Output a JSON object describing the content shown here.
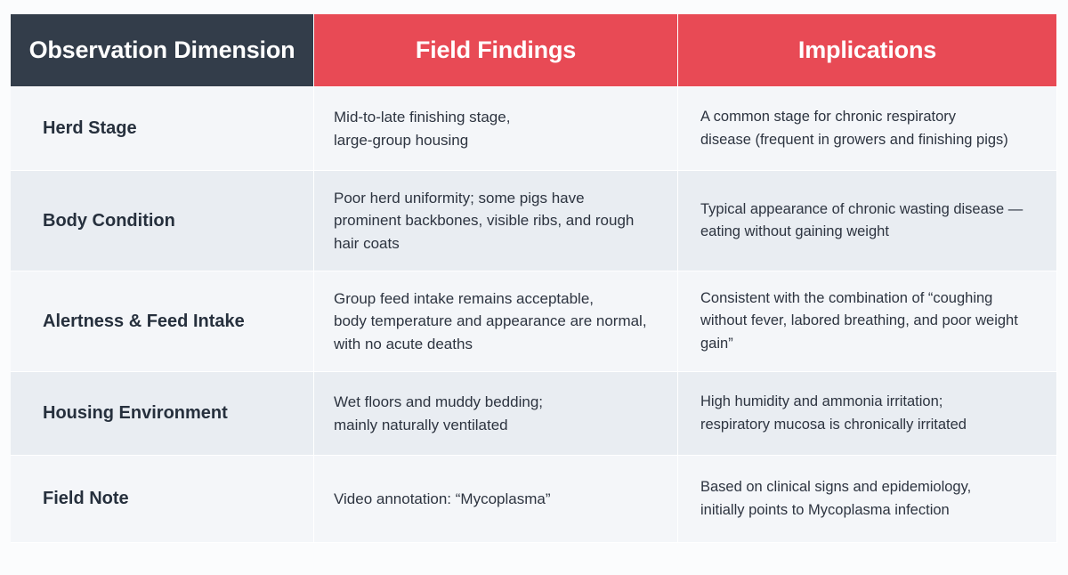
{
  "headers": {
    "dimension": "Observation Dimension",
    "findings": "Field Findings",
    "implications": "Implications"
  },
  "rows": [
    {
      "dimension": "Herd Stage",
      "findings": "Mid-to-late finishing stage,\nlarge-group housing",
      "implications": "A common stage for chronic respiratory\ndisease (frequent in growers and finishing pigs)"
    },
    {
      "dimension": "Body Condition",
      "findings": "Poor herd uniformity; some pigs have\nprominent backbones, visible ribs, and rough\nhair coats",
      "implications": "Typical appearance of chronic wasting disease —\neating without gaining weight"
    },
    {
      "dimension": "Alertness & Feed Intake",
      "findings": "Group feed intake remains acceptable,\nbody temperature and appearance are normal,\nwith no acute deaths",
      "implications": "Consistent with the combination of “coughing\nwithout fever, labored breathing, and poor weight gain”"
    },
    {
      "dimension": "Housing Environment",
      "findings": "Wet floors and muddy bedding;\nmainly naturally ventilated",
      "implications": "High humidity and ammonia irritation;\nrespiratory mucosa is chronically irritated"
    },
    {
      "dimension": "Field Note",
      "findings": "Video annotation: “Mycoplasma”",
      "implications": "Based on clinical signs and epidemiology,\ninitially points to Mycoplasma infection"
    }
  ]
}
